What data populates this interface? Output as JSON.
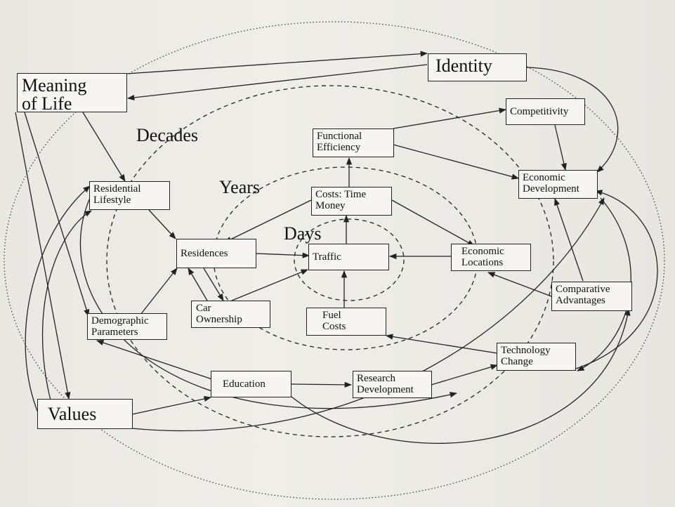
{
  "zones": {
    "decades": "Decades",
    "years": "Years",
    "days": "Days"
  },
  "nodes": {
    "meaning_of_life": "Meaning\nof Life",
    "identity": "Identity",
    "competitivity": "Competitivity",
    "functional_efficiency": "Functional\nEfficiency",
    "economic_development": "Economic\nDevelopment",
    "residential_lifestyle": "Residential\nLifestyle",
    "costs_time_money": "Costs: Time\nMoney",
    "residences": "Residences",
    "traffic": "Traffic",
    "economic_locations": "Economic\nLocations",
    "car_ownership": "Car\nOwnership",
    "fuel_costs": "Fuel\nCosts",
    "comparative_advantages": "Comparative\nAdvantages",
    "demographic_parameters": "Demographic\nParameters",
    "technology_change": "Technology\nChange",
    "education": "Education",
    "research_development": "Research\nDevelopment",
    "values": "Values"
  },
  "colors": {
    "line": "#222222",
    "box_fill": "#f6f5f1",
    "paper": "#ecebe6"
  }
}
